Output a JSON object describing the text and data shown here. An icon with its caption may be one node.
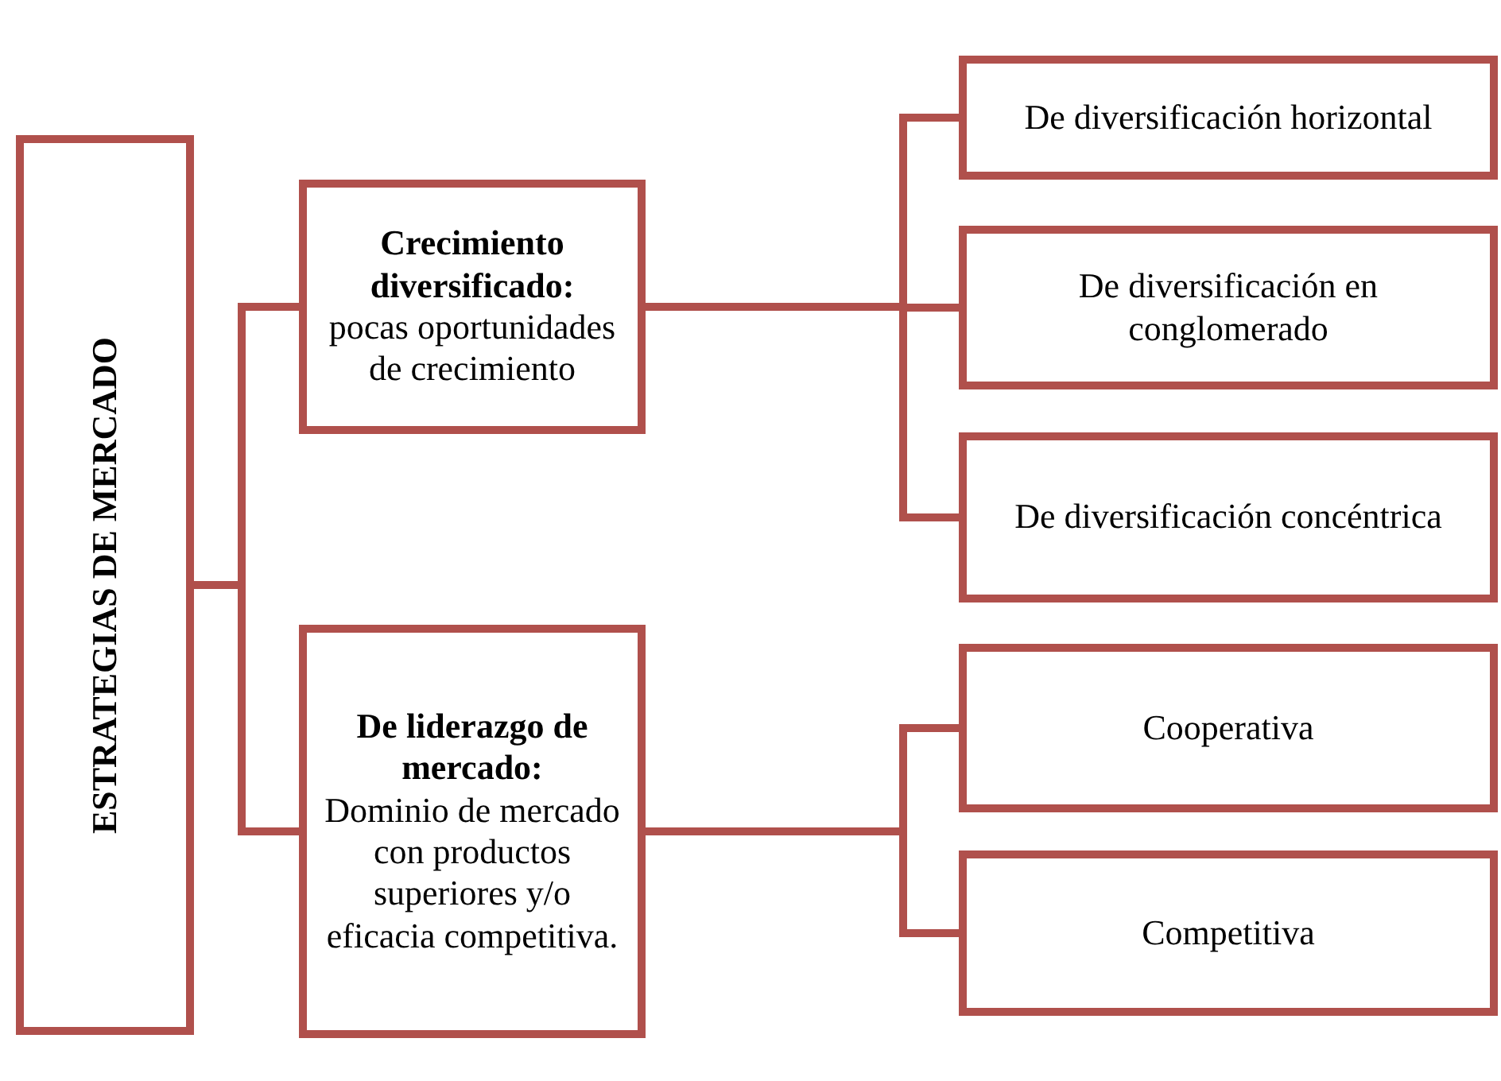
{
  "diagram": {
    "nodes": [
      {
        "text": [
          "ESTRATEGIAS DE MERCADO"
        ]
      },
      {
        "text": [
          "Crecimiento diversificado:",
          "pocas oportunidades de crecimiento"
        ]
      },
      {
        "text": [
          "De liderazgo de mercado:",
          "Dominio de mercado con productos superiores y/o eficacia competitiva."
        ]
      },
      {
        "text": [
          "De diversificación horizontal"
        ]
      },
      {
        "text": [
          "De diversificación en conglomerado"
        ]
      },
      {
        "text": [
          "De diversificación concéntrica"
        ]
      },
      {
        "text": [
          "Cooperativa"
        ]
      },
      {
        "text": [
          "Competitiva"
        ]
      }
    ],
    "edges": [
      {
        "from": 0,
        "to": 1,
        "arrow": "none"
      },
      {
        "from": 0,
        "to": 2,
        "arrow": "none"
      },
      {
        "from": 1,
        "to": 3,
        "arrow": "none"
      },
      {
        "from": 1,
        "to": 4,
        "arrow": "none"
      },
      {
        "from": 1,
        "to": 5,
        "arrow": "none"
      },
      {
        "from": 2,
        "to": 6,
        "arrow": "none"
      },
      {
        "from": 2,
        "to": 7,
        "arrow": "none"
      }
    ]
  }
}
